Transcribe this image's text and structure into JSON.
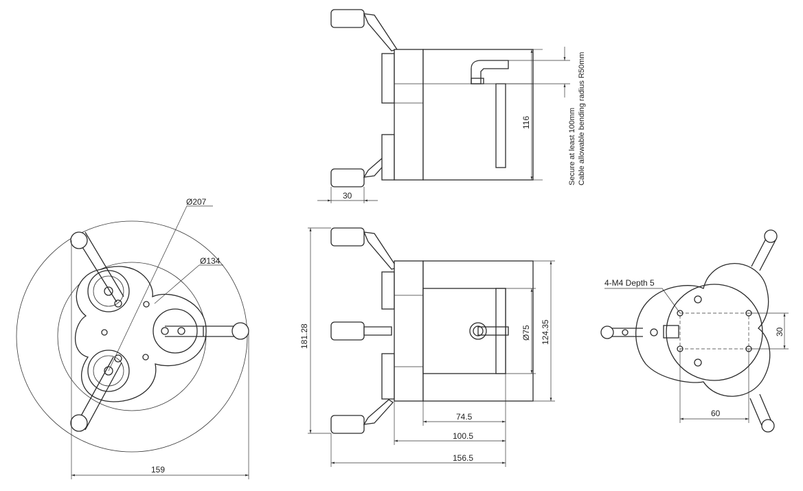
{
  "views": {
    "front": {
      "dia_outer": "Ø207",
      "dia_inner": "Ø134",
      "width": "159"
    },
    "top": {
      "width_grip": "30",
      "height": "116",
      "cable_note_line1": "Secure at least 100mm",
      "cable_note_line2": "Cable allowable bending radius R50mm"
    },
    "side": {
      "height_total": "181.28",
      "dia_body": "Ø75",
      "height_body": "124.35",
      "len_1": "74.5",
      "len_2": "100.5",
      "len_3": "156.5"
    },
    "back": {
      "mount_holes": "4-M4 Depth 5",
      "pitch_v": "30",
      "pitch_h": "60"
    }
  }
}
